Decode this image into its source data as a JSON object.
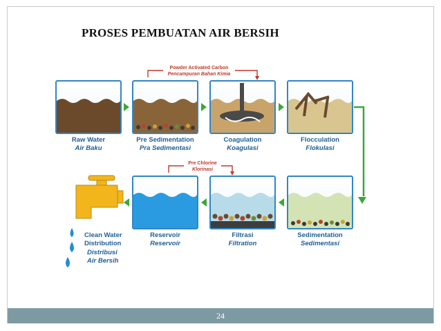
{
  "slide": {
    "title": "PROSES PEMBUATAN AIR BERSIH",
    "page_number": "24"
  },
  "stages": [
    {
      "name": "Raw Water",
      "name_id": "Air Baku"
    },
    {
      "name": "Pre Sedimentation",
      "name_id": "Pra Sedimentasi"
    },
    {
      "name": "Coagulation",
      "name_id": "Koagulasi"
    },
    {
      "name": "Flocculation",
      "name_id": "Flokulasi"
    },
    {
      "name": "Sedimentation",
      "name_id": "Sedimentasi"
    },
    {
      "name": "Filtrasi",
      "name_id": "Filtration"
    },
    {
      "name": "Reservoir",
      "name_id": "Reservoir"
    }
  ],
  "distribution": {
    "line1": "Clean Water",
    "line2": "Distribution",
    "id_line1": "Distribusi",
    "id_line2": "Air Bersih"
  },
  "additions": {
    "carbon": {
      "line1": "Powder Activated Carbon",
      "line2": "Pencampuran Bahan Kimia"
    },
    "chlorine": {
      "line1": "Pre Chlorine",
      "line2": "Klorinasi"
    }
  },
  "colors": {
    "frame_blue": "#2f86c6",
    "arrow_green": "#3aa83a",
    "label_blue": "#1f5e96",
    "note_red": "#c0392b",
    "footer": "#7d9aa3",
    "tap_yellow": "#f2b51c"
  }
}
